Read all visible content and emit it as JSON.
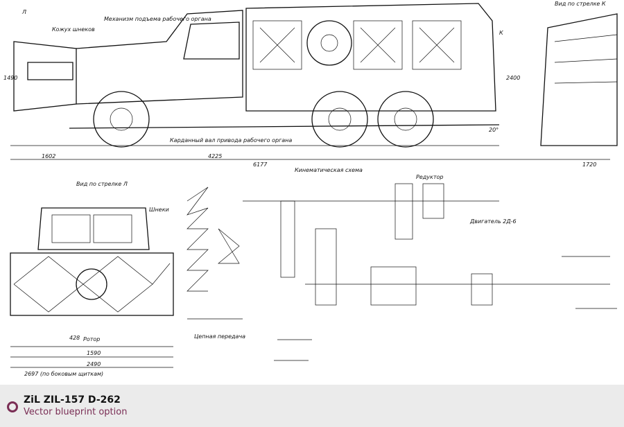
{
  "caption": {
    "title": "ZiL ZIL-157 D-262",
    "subtitle": "Vector blueprint option",
    "accent_color": "#7a2e55"
  },
  "blueprint": {
    "labels": {
      "arrow_l": "Л",
      "arrow_k": "К",
      "view_k": "Вид по стрелке К",
      "view_l": "Вид по стрелке Л",
      "kinematic": "Кинематическая схема",
      "auger_housing": "Кожух шнеков",
      "mechanism": "Механизм подъема рабочего органа",
      "cardan": "Карданный вал привода рабочего органа",
      "auger": "Шнеки",
      "rotor": "Ротор",
      "chain": "Цепная передача",
      "reducer": "Редуктор",
      "engine": "Двигатель 2Д-6"
    },
    "dimensions": {
      "d1602": "1602",
      "d4225": "4225",
      "d6177": "6177",
      "d1720": "1720",
      "d1490": "1490",
      "d2400": "2400",
      "angle": "20°",
      "d1590": "1590",
      "d2490": "2490",
      "d2697": "2697 (по боковым щиткам)",
      "d428": "428"
    }
  }
}
